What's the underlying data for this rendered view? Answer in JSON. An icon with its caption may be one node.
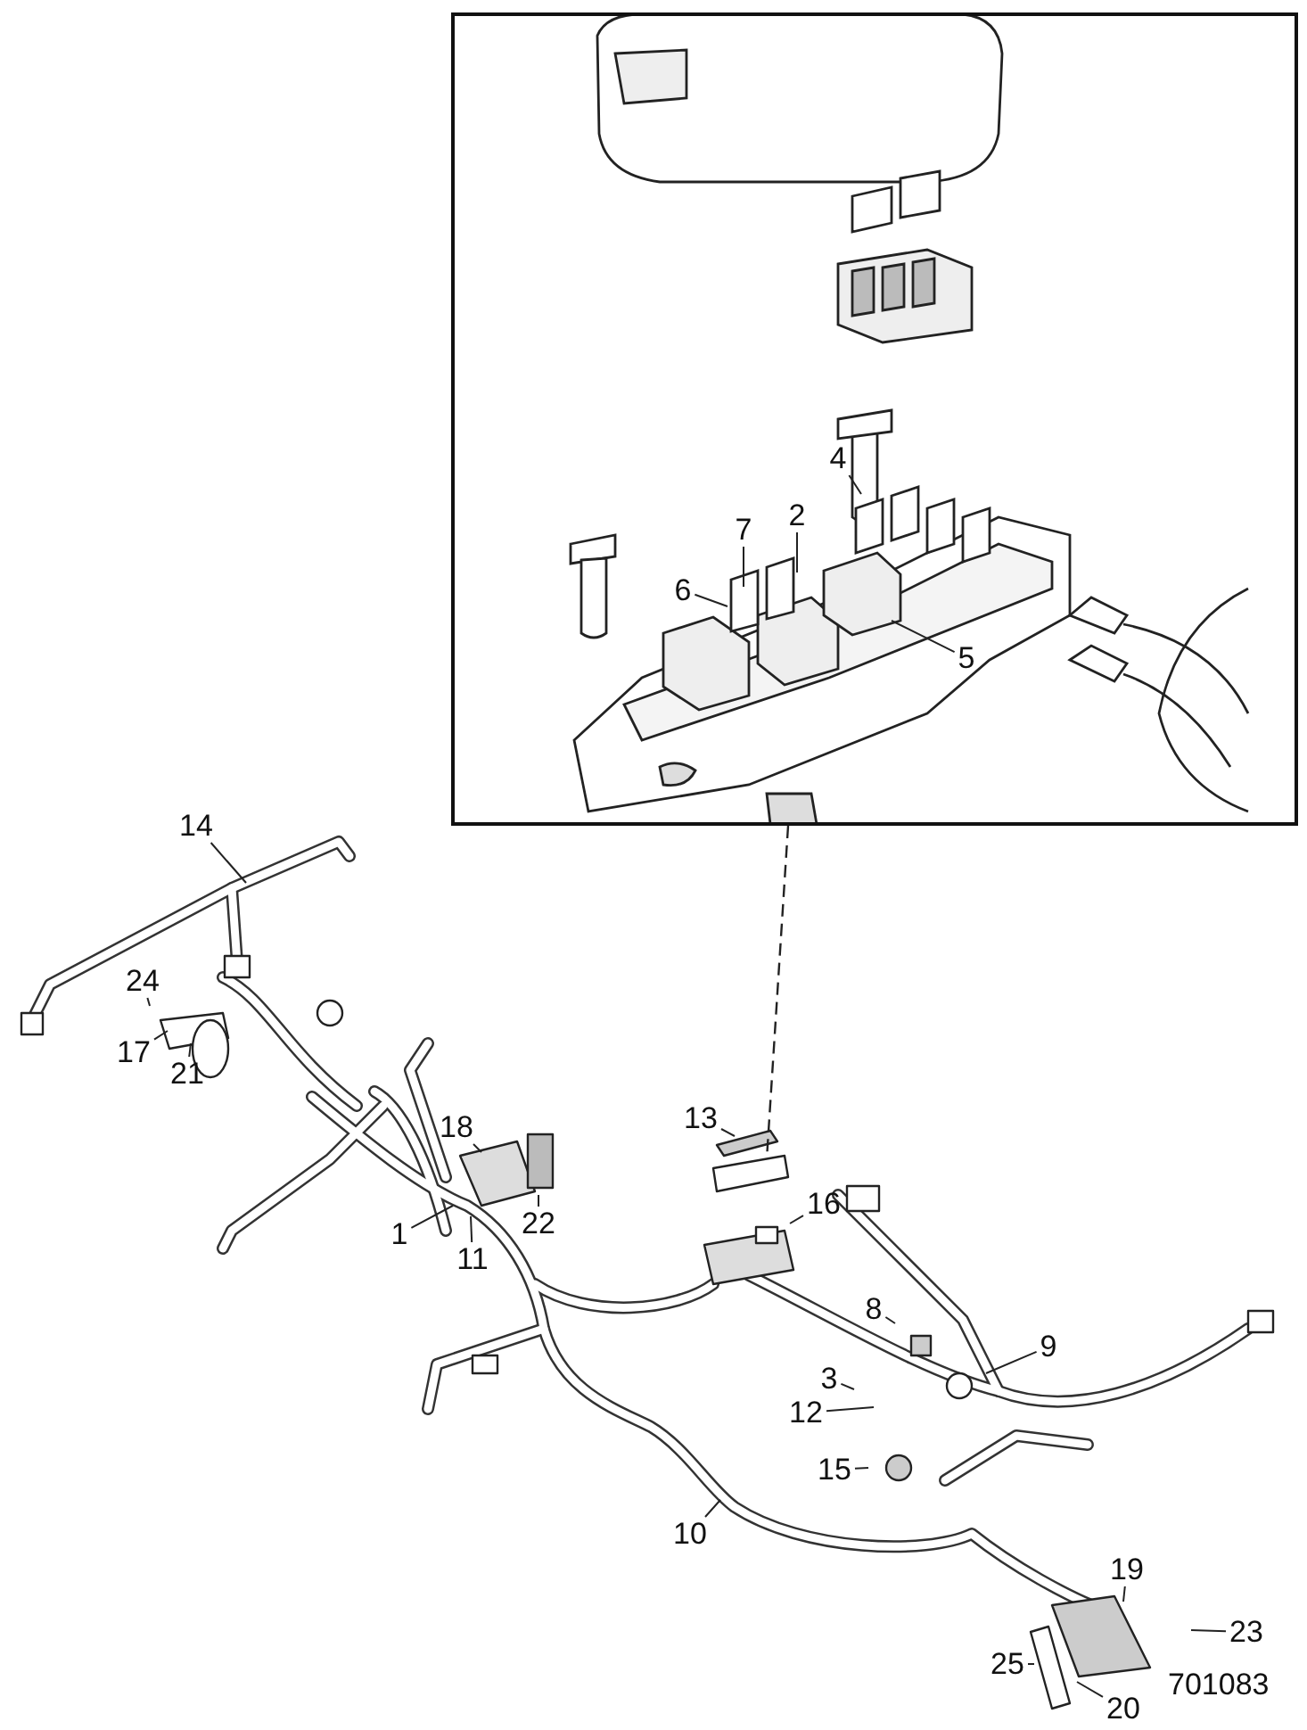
{
  "diagram": {
    "nodes": [
      {
        "text": [],
        "shape": "box"
      },
      {
        "text": [
          "4"
        ],
        "in": 0
      },
      {
        "text": [
          "7"
        ],
        "in": 0
      },
      {
        "text": [
          "2"
        ],
        "in": 0
      },
      {
        "text": [
          "6"
        ],
        "in": 0
      },
      {
        "text": [
          "5"
        ],
        "in": 0
      },
      {
        "text": [
          "14"
        ]
      },
      {
        "text": [
          "24"
        ]
      },
      {
        "text": [
          "17"
        ]
      },
      {
        "text": [
          "21"
        ]
      },
      {
        "text": [
          "18"
        ]
      },
      {
        "text": [
          "13"
        ]
      },
      {
        "text": [
          "16"
        ]
      },
      {
        "text": [
          "1"
        ]
      },
      {
        "text": [
          "22"
        ]
      },
      {
        "text": [
          "11"
        ]
      },
      {
        "text": [
          "8"
        ]
      },
      {
        "text": [
          "9"
        ]
      },
      {
        "text": [
          "3"
        ]
      },
      {
        "text": [
          "12"
        ]
      },
      {
        "text": [
          "15"
        ]
      },
      {
        "text": [
          "10"
        ]
      },
      {
        "text": [
          "19"
        ]
      },
      {
        "text": [
          "23"
        ]
      },
      {
        "text": [
          "25"
        ]
      },
      {
        "text": [
          "20"
        ]
      }
    ],
    "edges": [
      {
        "from": 1,
        "to": null,
        "arrow": "none"
      },
      {
        "from": 2,
        "to": null,
        "arrow": "none"
      },
      {
        "from": 3,
        "to": null,
        "arrow": "none"
      },
      {
        "from": 4,
        "to": null,
        "arrow": "none"
      },
      {
        "from": 5,
        "to": null,
        "arrow": "none"
      },
      {
        "from": 6,
        "to": null,
        "arrow": "none"
      },
      {
        "from": 7,
        "to": null,
        "arrow": "none"
      },
      {
        "from": 8,
        "to": null,
        "arrow": "none"
      },
      {
        "from": 9,
        "to": null,
        "arrow": "none"
      },
      {
        "from": 10,
        "to": null,
        "arrow": "none"
      },
      {
        "from": 11,
        "to": null,
        "arrow": "none"
      },
      {
        "from": 12,
        "to": null,
        "arrow": "none"
      },
      {
        "from": 13,
        "to": null,
        "arrow": "none"
      },
      {
        "from": 14,
        "to": null,
        "arrow": "none"
      },
      {
        "from": 15,
        "to": null,
        "arrow": "none"
      },
      {
        "from": 16,
        "to": null,
        "arrow": "none"
      },
      {
        "from": 17,
        "to": null,
        "arrow": "none"
      },
      {
        "from": 18,
        "to": null,
        "arrow": "none"
      },
      {
        "from": 19,
        "to": null,
        "arrow": "none"
      },
      {
        "from": 20,
        "to": null,
        "arrow": "none"
      },
      {
        "from": 21,
        "to": null,
        "arrow": "none"
      },
      {
        "from": 22,
        "to": null,
        "arrow": "none"
      },
      {
        "from": 23,
        "to": null,
        "arrow": "none"
      },
      {
        "from": 24,
        "to": null,
        "arrow": "none"
      },
      {
        "from": 25,
        "to": null,
        "arrow": "none"
      },
      {
        "from": 0,
        "to": null,
        "arrow": "none",
        "style": "dashed"
      }
    ],
    "labels": [
      "701083"
    ]
  }
}
